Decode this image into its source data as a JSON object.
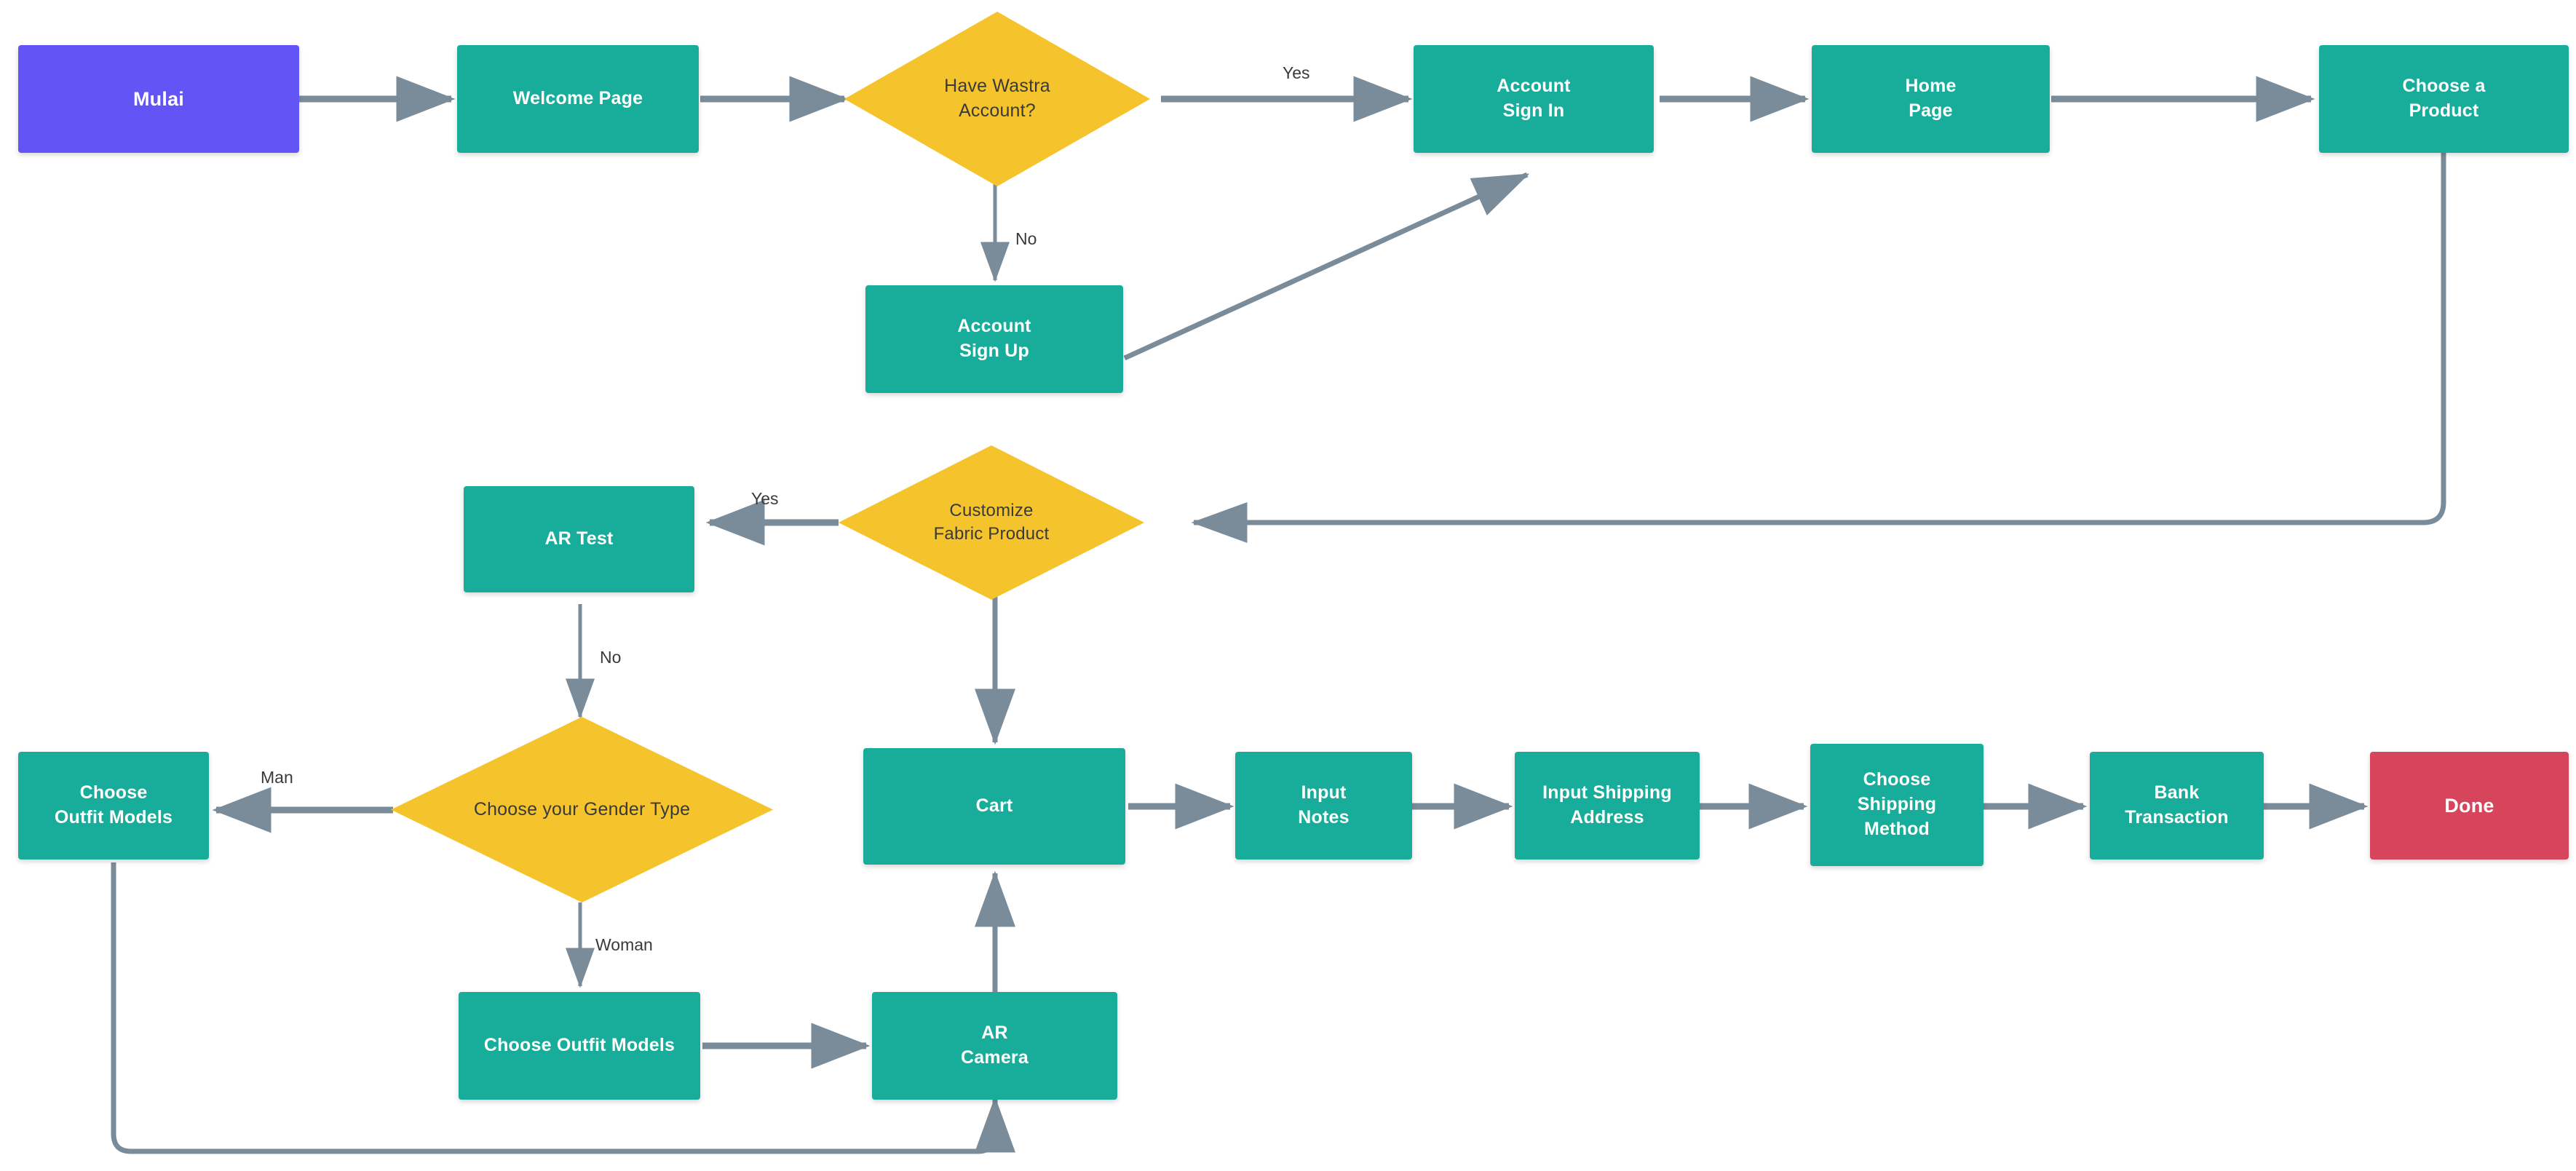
{
  "diagram": {
    "title": "Wastra Shopping Flowchart",
    "type": "flowchart",
    "background": "#ffffff",
    "palette": {
      "start": "#6355F5",
      "process": "#17AD9A",
      "decision": "#F5C42C",
      "end": "#D6455C",
      "edge": "#7a8b99",
      "node_text": "#ffffff",
      "decision_text": "#3a3a3a",
      "edge_label_text": "#3a3a3a"
    },
    "nodes": [
      {
        "id": "mulai",
        "shape": "rect",
        "kind": "start",
        "label": "Mulai"
      },
      {
        "id": "welcome",
        "shape": "rect",
        "kind": "process",
        "label": "Welcome Page"
      },
      {
        "id": "have-account",
        "shape": "diamond",
        "kind": "decision",
        "label": "Have Wastra\nAccount?"
      },
      {
        "id": "sign-in",
        "shape": "rect",
        "kind": "process",
        "label": "Account\nSign In"
      },
      {
        "id": "home",
        "shape": "rect",
        "kind": "process",
        "label": "Home\nPage"
      },
      {
        "id": "choose-product",
        "shape": "rect",
        "kind": "process",
        "label": "Choose a\nProduct"
      },
      {
        "id": "sign-up",
        "shape": "rect",
        "kind": "process",
        "label": "Account\nSign Up"
      },
      {
        "id": "customize",
        "shape": "diamond",
        "kind": "decision",
        "label": "Customize\nFabric Product"
      },
      {
        "id": "ar-test",
        "shape": "rect",
        "kind": "process",
        "label": "AR Test"
      },
      {
        "id": "gender",
        "shape": "diamond",
        "kind": "decision",
        "label": "Choose your Gender Type"
      },
      {
        "id": "outfit-man",
        "shape": "rect",
        "kind": "process",
        "label": "Choose\nOutfit Models"
      },
      {
        "id": "outfit-woman",
        "shape": "rect",
        "kind": "process",
        "label": "Choose Outfit Models"
      },
      {
        "id": "ar-camera",
        "shape": "rect",
        "kind": "process",
        "label": "AR\nCamera"
      },
      {
        "id": "cart",
        "shape": "rect",
        "kind": "process",
        "label": "Cart"
      },
      {
        "id": "notes",
        "shape": "rect",
        "kind": "process",
        "label": "Input\nNotes"
      },
      {
        "id": "shipping-address",
        "shape": "rect",
        "kind": "process",
        "label": "Input Shipping\nAddress"
      },
      {
        "id": "shipping-method",
        "shape": "rect",
        "kind": "process",
        "label": "Choose\nShipping\nMethod"
      },
      {
        "id": "bank",
        "shape": "rect",
        "kind": "process",
        "label": "Bank\nTransaction"
      },
      {
        "id": "done",
        "shape": "rect",
        "kind": "end",
        "label": "Done"
      }
    ],
    "edge_labels": [
      {
        "id": "yes-account",
        "text": "Yes"
      },
      {
        "id": "no-account",
        "text": "No"
      },
      {
        "id": "yes-customize",
        "text": "Yes"
      },
      {
        "id": "no-artest",
        "text": "No"
      },
      {
        "id": "man",
        "text": "Man"
      },
      {
        "id": "woman",
        "text": "Woman"
      }
    ],
    "edges": [
      {
        "from": "mulai",
        "to": "welcome",
        "label": ""
      },
      {
        "from": "welcome",
        "to": "have-account",
        "label": ""
      },
      {
        "from": "have-account",
        "to": "sign-in",
        "label": "Yes"
      },
      {
        "from": "have-account",
        "to": "sign-up",
        "label": "No"
      },
      {
        "from": "sign-up",
        "to": "sign-in",
        "label": ""
      },
      {
        "from": "sign-in",
        "to": "home",
        "label": ""
      },
      {
        "from": "home",
        "to": "choose-product",
        "label": ""
      },
      {
        "from": "choose-product",
        "to": "customize",
        "label": ""
      },
      {
        "from": "customize",
        "to": "ar-test",
        "label": "Yes"
      },
      {
        "from": "customize",
        "to": "cart",
        "label": ""
      },
      {
        "from": "ar-test",
        "to": "gender",
        "label": "No"
      },
      {
        "from": "gender",
        "to": "outfit-man",
        "label": "Man"
      },
      {
        "from": "gender",
        "to": "outfit-woman",
        "label": "Woman"
      },
      {
        "from": "outfit-woman",
        "to": "ar-camera",
        "label": ""
      },
      {
        "from": "outfit-man",
        "to": "ar-camera",
        "label": ""
      },
      {
        "from": "ar-camera",
        "to": "cart",
        "label": ""
      },
      {
        "from": "cart",
        "to": "notes",
        "label": ""
      },
      {
        "from": "notes",
        "to": "shipping-address",
        "label": ""
      },
      {
        "from": "shipping-address",
        "to": "shipping-method",
        "label": ""
      },
      {
        "from": "shipping-method",
        "to": "bank",
        "label": ""
      },
      {
        "from": "bank",
        "to": "done",
        "label": ""
      }
    ]
  }
}
